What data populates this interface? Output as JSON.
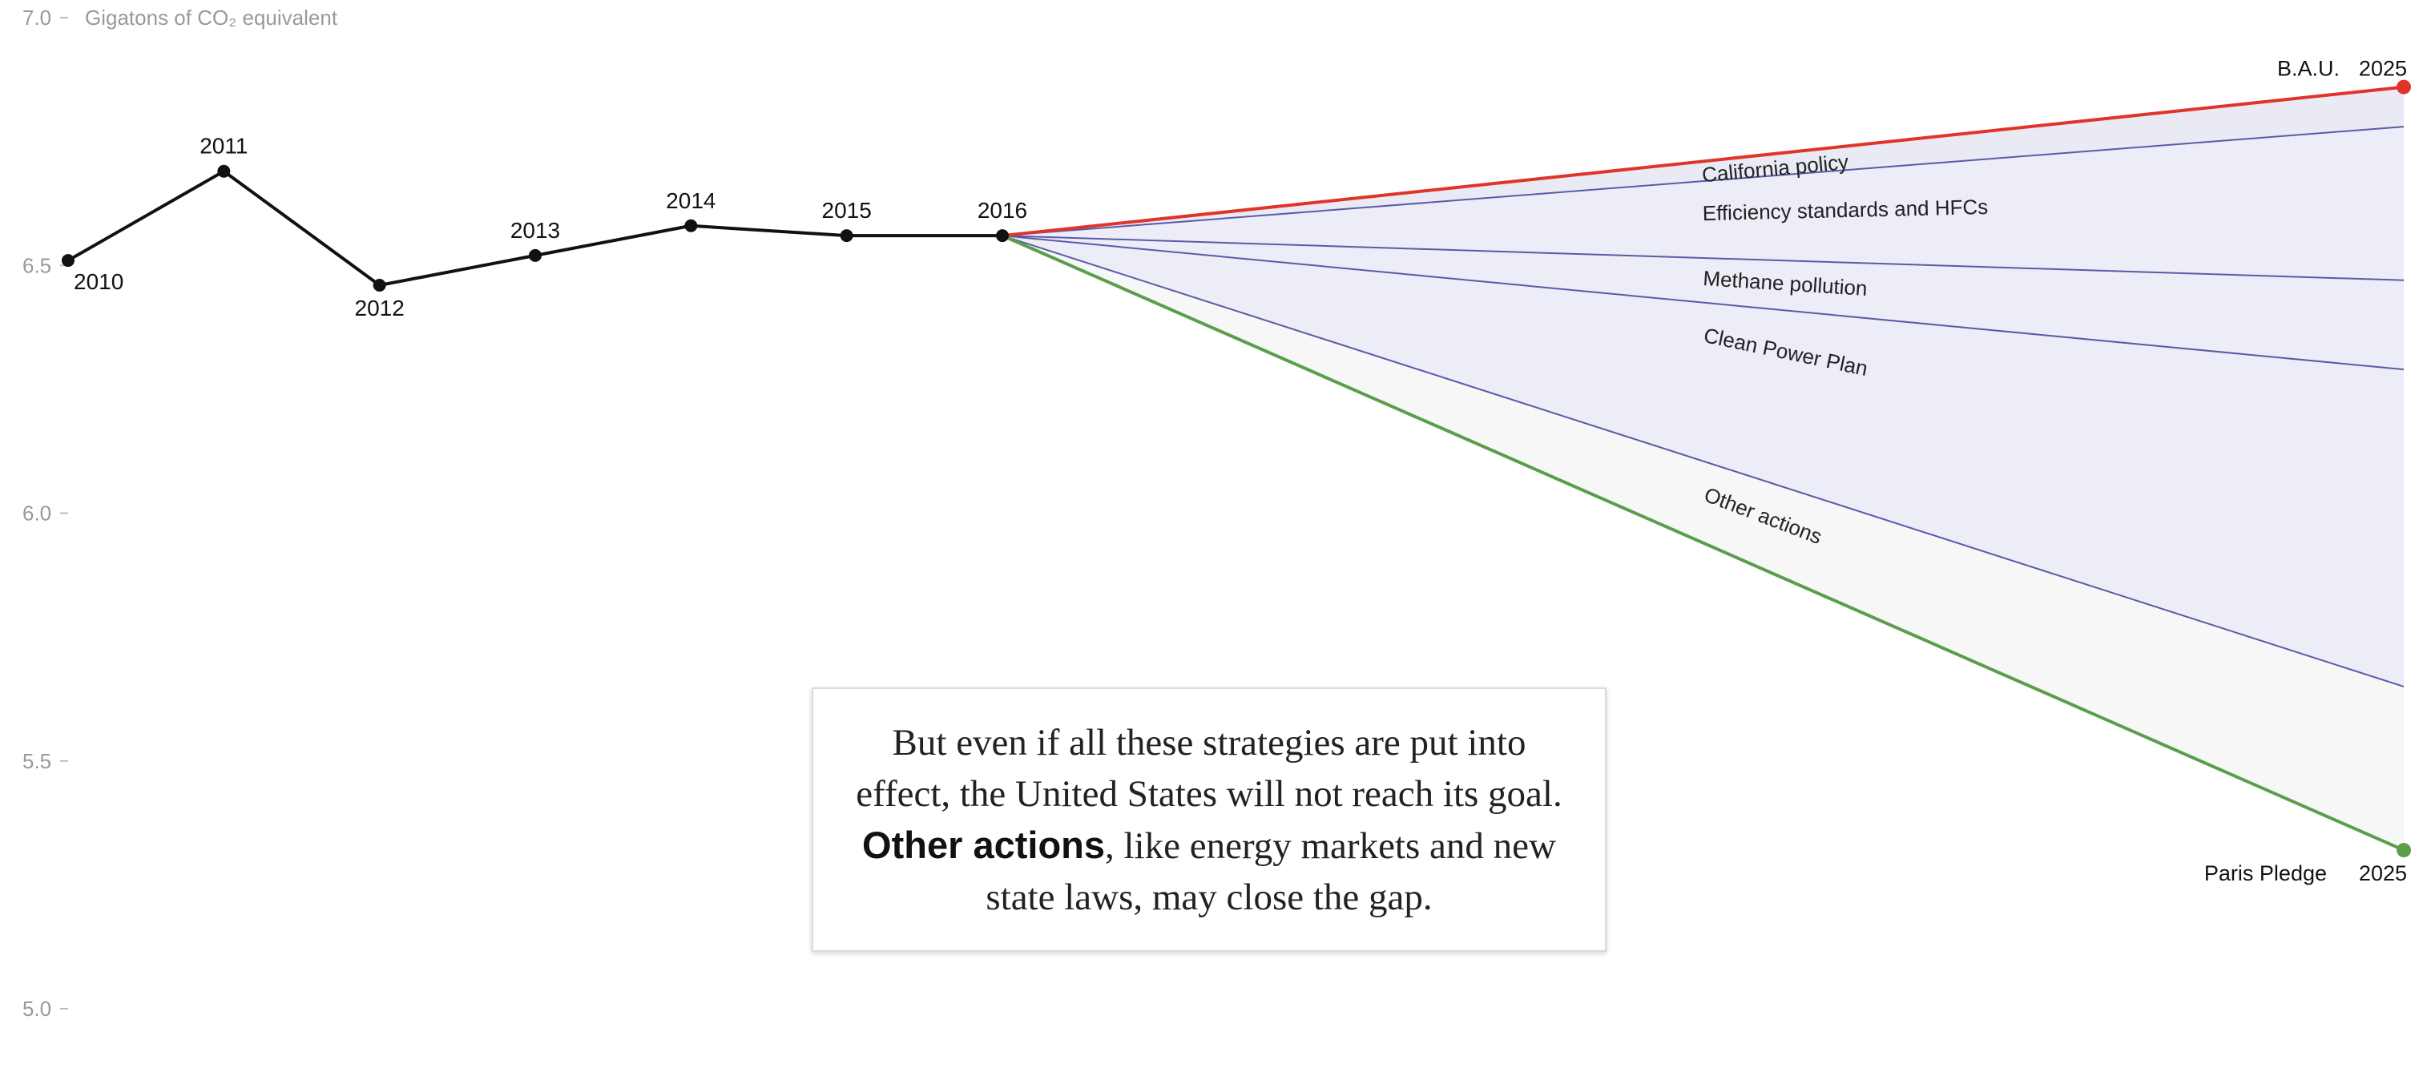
{
  "chart_data": {
    "type": "line",
    "unit_label": "Gigatons of CO₂ equivalent",
    "ylim": [
      5.0,
      7.0
    ],
    "y_ticks": [
      {
        "value": 7.0,
        "label": "7.0"
      },
      {
        "value": 6.5,
        "label": "6.5"
      },
      {
        "value": 6.0,
        "label": "6.0"
      },
      {
        "value": 5.5,
        "label": "5.5"
      },
      {
        "value": 5.0,
        "label": "5.0"
      }
    ],
    "history": {
      "x": [
        2010,
        2011,
        2012,
        2013,
        2014,
        2015,
        2016
      ],
      "labels": [
        "2010",
        "2011",
        "2012",
        "2013",
        "2014",
        "2015",
        "2016"
      ],
      "values": [
        6.51,
        6.69,
        6.46,
        6.52,
        6.58,
        6.56,
        6.56
      ],
      "color": "#111111"
    },
    "projections": {
      "start_year": 2016,
      "end_year": 2025,
      "start_value": 6.56,
      "bau": {
        "label": "B.A.U.",
        "year_label": "2025",
        "value": 6.86,
        "color": "#e0342a"
      },
      "paris": {
        "label": "Paris Pledge",
        "year_label": "2025",
        "value": 5.32,
        "color": "#5a9e4b"
      },
      "wedge_lines": [
        6.78,
        6.47,
        6.29,
        5.65
      ],
      "wedge_line_color": "#5a5aa8",
      "bands": [
        {
          "label": "California policy",
          "upper": 6.86,
          "lower": 6.78,
          "fill": "#e9eaf4"
        },
        {
          "label": "Efficiency standards and HFCs",
          "upper": 6.78,
          "lower": 6.47,
          "fill": "#ecedf6"
        },
        {
          "label": "Methane pollution",
          "upper": 6.47,
          "lower": 6.29,
          "fill": "#ecedf6"
        },
        {
          "label": "Clean Power Plan",
          "upper": 6.29,
          "lower": 5.65,
          "fill": "#ecedf6"
        },
        {
          "label": "Other actions",
          "upper": 5.65,
          "lower": 5.32,
          "fill": "#f7f7f7"
        }
      ]
    }
  },
  "caption": {
    "before": "But even if all these strategies are put into effect, the United States will not reach its goal. ",
    "bold": "Other actions",
    "after": ", like energy markets and new state laws, may close the gap."
  }
}
